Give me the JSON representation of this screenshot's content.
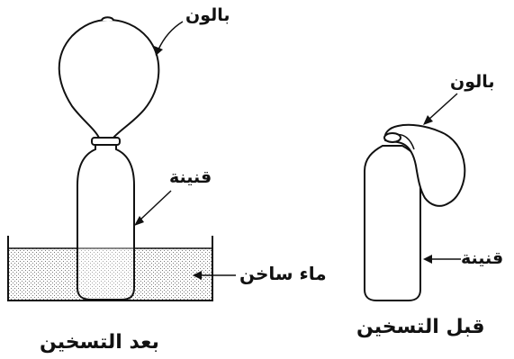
{
  "labels": {
    "after_heating": {
      "balloon": "بالون",
      "bottle": "قنينة",
      "hot_water": "ماء ساخن",
      "caption": "بعد التسخين"
    },
    "before_heating": {
      "balloon": "بالون",
      "bottle": "قنينة",
      "caption": "قبل التسخين"
    }
  },
  "colors": {
    "line": "#111111",
    "water": "#d8d8d8",
    "background": "#ffffff"
  }
}
